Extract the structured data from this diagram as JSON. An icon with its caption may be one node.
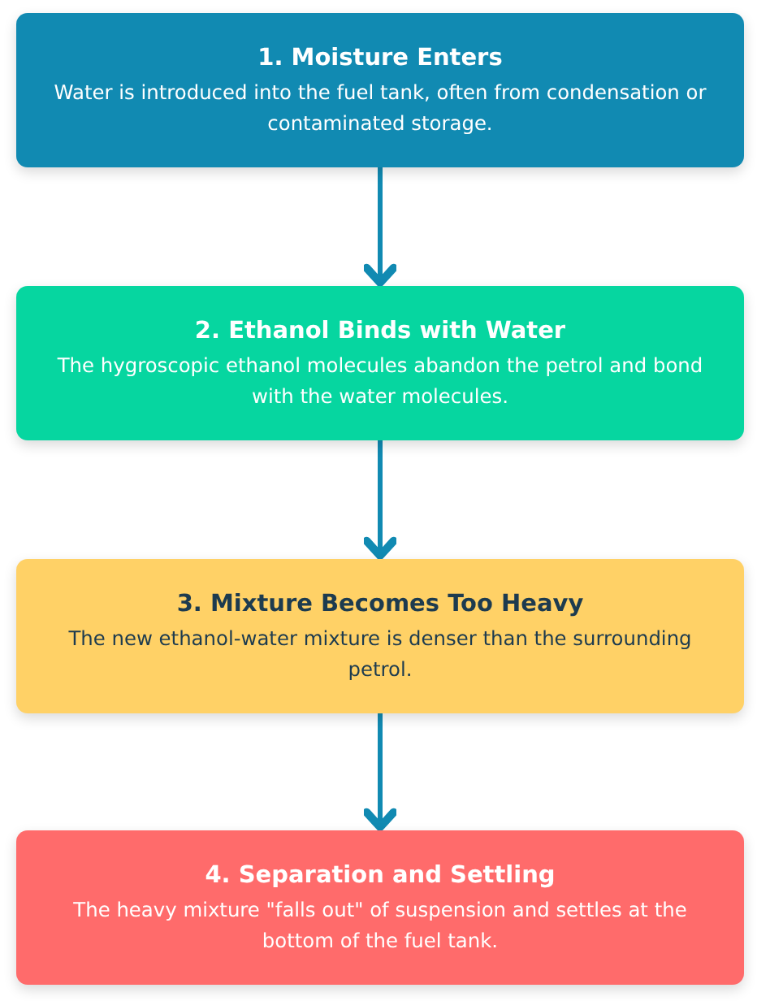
{
  "diagram": {
    "nodes": [
      {
        "text": [
          "1. Moisture Enters",
          "Water is introduced into the fuel tank, often from condensation or contaminated storage."
        ]
      },
      {
        "text": [
          "2. Ethanol Binds with Water",
          "The hygroscopic ethanol molecules abandon the petrol and bond with the water molecules."
        ]
      },
      {
        "text": [
          "3. Mixture Becomes Too Heavy",
          "The new ethanol-water mixture is denser than the surrounding petrol."
        ]
      },
      {
        "text": [
          "4. Separation and Settling",
          "The heavy mixture \"falls out\" of suspension and settles at the bottom of the fuel tank."
        ]
      }
    ],
    "edges": [
      {
        "from": 0,
        "to": 1,
        "arrow": "to"
      },
      {
        "from": 1,
        "to": 2,
        "arrow": "to"
      },
      {
        "from": 2,
        "to": 3,
        "arrow": "to"
      }
    ]
  }
}
